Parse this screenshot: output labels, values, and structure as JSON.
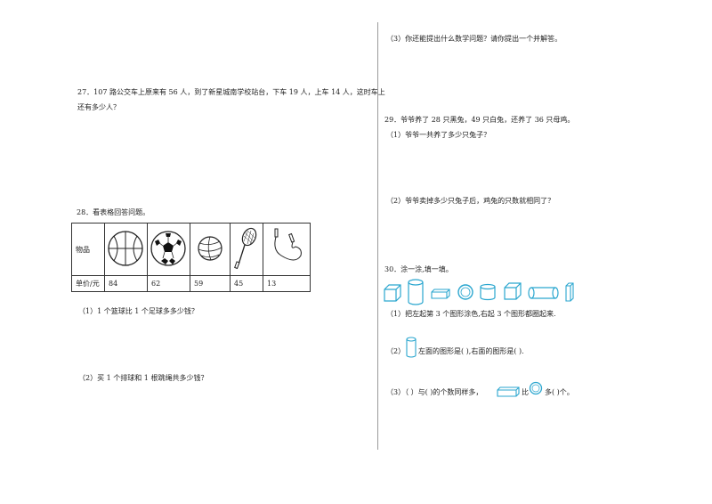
{
  "left": {
    "q27": {
      "line1": "27．107 路公交车上原来有 56 人，到了新星城南学校站台，下车 19 人，上车 14 人，这时车上",
      "line2": "还有多少人？"
    },
    "q28": {
      "title": "28．看表格回答问题。",
      "row_header_item": "物品",
      "row_header_price": "单价/元",
      "items": [
        "basketball",
        "soccer ball",
        "volleyball",
        "badminton racket",
        "jump rope"
      ],
      "prices": [
        "84",
        "62",
        "59",
        "45",
        "13"
      ],
      "sub1": "（1）1 个篮球比 1 个足球多多少钱？",
      "sub2": "（2）买 1 个排球和 1 根跳绳共多少钱？"
    }
  },
  "right": {
    "q28_3": "（3）你还能提出什么数学问题？请你提出一个并解答。",
    "q29": {
      "title": "29．爷爷养了 28 只黑兔，49 只白兔，还养了 36 只母鸡。",
      "sub1": "（1）爷爷一共养了多少只兔子？",
      "sub2": "（2）爷爷卖掉多少只兔子后，鸡兔的只数就相同了？"
    },
    "q30": {
      "title": "30．涂一涂,填一填。",
      "shapes": [
        "cube",
        "cylinder",
        "cuboid",
        "sphere",
        "cylinder",
        "cube",
        "cylinder",
        "cuboid"
      ],
      "sub1": "（1）把左起第 3 个图形涂色,右起 3 个图形都圈起来.",
      "sub2_a": "（2）",
      "sub2_b": "左面的图形是(        ),右面的图形是(     ).",
      "sub3_a": "（3）（    ）与(     )的个数同样多，",
      "sub3_b": "比",
      "sub3_c": "多(     )个。"
    }
  },
  "colors": {
    "shape_stroke": "#2aa6cf",
    "text": "#222222",
    "divider": "#9a9a9a"
  }
}
